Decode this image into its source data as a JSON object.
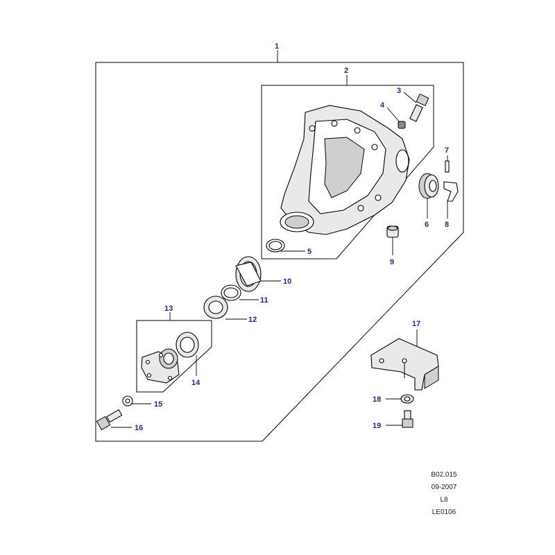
{
  "callouts": [
    "1",
    "2",
    "3",
    "4",
    "5",
    "6",
    "7",
    "8",
    "9",
    "10",
    "11",
    "12",
    "13",
    "14",
    "15",
    "16",
    "17",
    "18",
    "19"
  ],
  "stamp": {
    "ref": "B02.015",
    "date": "09-2007",
    "line": "L8",
    "code": "LE0106"
  },
  "colors": {
    "callout": "#1e2a8a",
    "line": "#000000",
    "background": "#ffffff"
  }
}
